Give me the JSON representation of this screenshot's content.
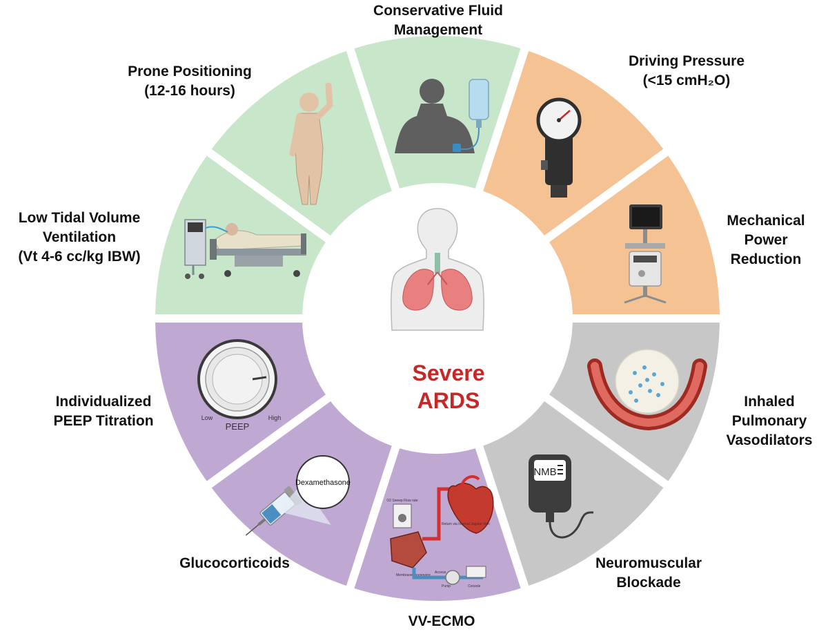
{
  "center": {
    "line1": "Severe",
    "line2": "ARDS",
    "color": "#c62828"
  },
  "segment_colors": {
    "green": "#c8e6c9",
    "orange": "#f5c294",
    "gray": "#c7c7c7",
    "purple": "#bfa9d3"
  },
  "segments": [
    {
      "key": "fluid",
      "label_lines": [
        "Conservative Fluid",
        "Management"
      ],
      "color_key": "green",
      "icon": "iv-fluid-bag-icon"
    },
    {
      "key": "driving",
      "label_lines": [
        "Driving Pressure",
        "(<15 cmH₂O)"
      ],
      "color_key": "orange",
      "icon": "pressure-gauge-icon"
    },
    {
      "key": "power",
      "label_lines": [
        "Mechanical",
        "Power",
        "Reduction"
      ],
      "color_key": "orange",
      "icon": "ventilator-icon"
    },
    {
      "key": "inhaled",
      "label_lines": [
        "Inhaled",
        "Pulmonary",
        "Vasodilators"
      ],
      "color_key": "gray",
      "icon": "blood-vessel-icon"
    },
    {
      "key": "nmb",
      "label_lines": [
        "Neuromuscular",
        "Blockade"
      ],
      "color_key": "gray",
      "icon": "nmb-bag-icon"
    },
    {
      "key": "ecmo",
      "label_lines": [
        "VV-ECMO"
      ],
      "color_key": "purple",
      "icon": "ecmo-circuit-icon"
    },
    {
      "key": "gluco",
      "label_lines": [
        "Glucocorticoids"
      ],
      "color_key": "purple",
      "icon": "syringe-icon"
    },
    {
      "key": "peep",
      "label_lines": [
        "Individualized",
        "PEEP Titration"
      ],
      "color_key": "purple",
      "icon": "peep-dial-icon"
    },
    {
      "key": "tidal",
      "label_lines": [
        "Low Tidal Volume",
        "Ventilation",
        "(Vt 4-6 cc/kg IBW)"
      ],
      "color_key": "green",
      "icon": "hospital-bed-icon"
    },
    {
      "key": "prone",
      "label_lines": [
        "Prone Positioning",
        "(12-16 hours)"
      ],
      "color_key": "green",
      "icon": "human-body-icon"
    }
  ],
  "icon_text": {
    "dexamethasone": "Dexamethasone",
    "nmb": "NMB",
    "peep": "PEEP",
    "low": "Low",
    "high": "High",
    "ecmo_return": "Return via Internal Jugular Vein",
    "ecmo_oxygenator": "Membrane oxygenator",
    "ecmo_access": "Access",
    "ecmo_pump": "Pump",
    "ecmo_console": "Console",
    "ecmo_flow": "O2 Sweep Flow rate"
  }
}
